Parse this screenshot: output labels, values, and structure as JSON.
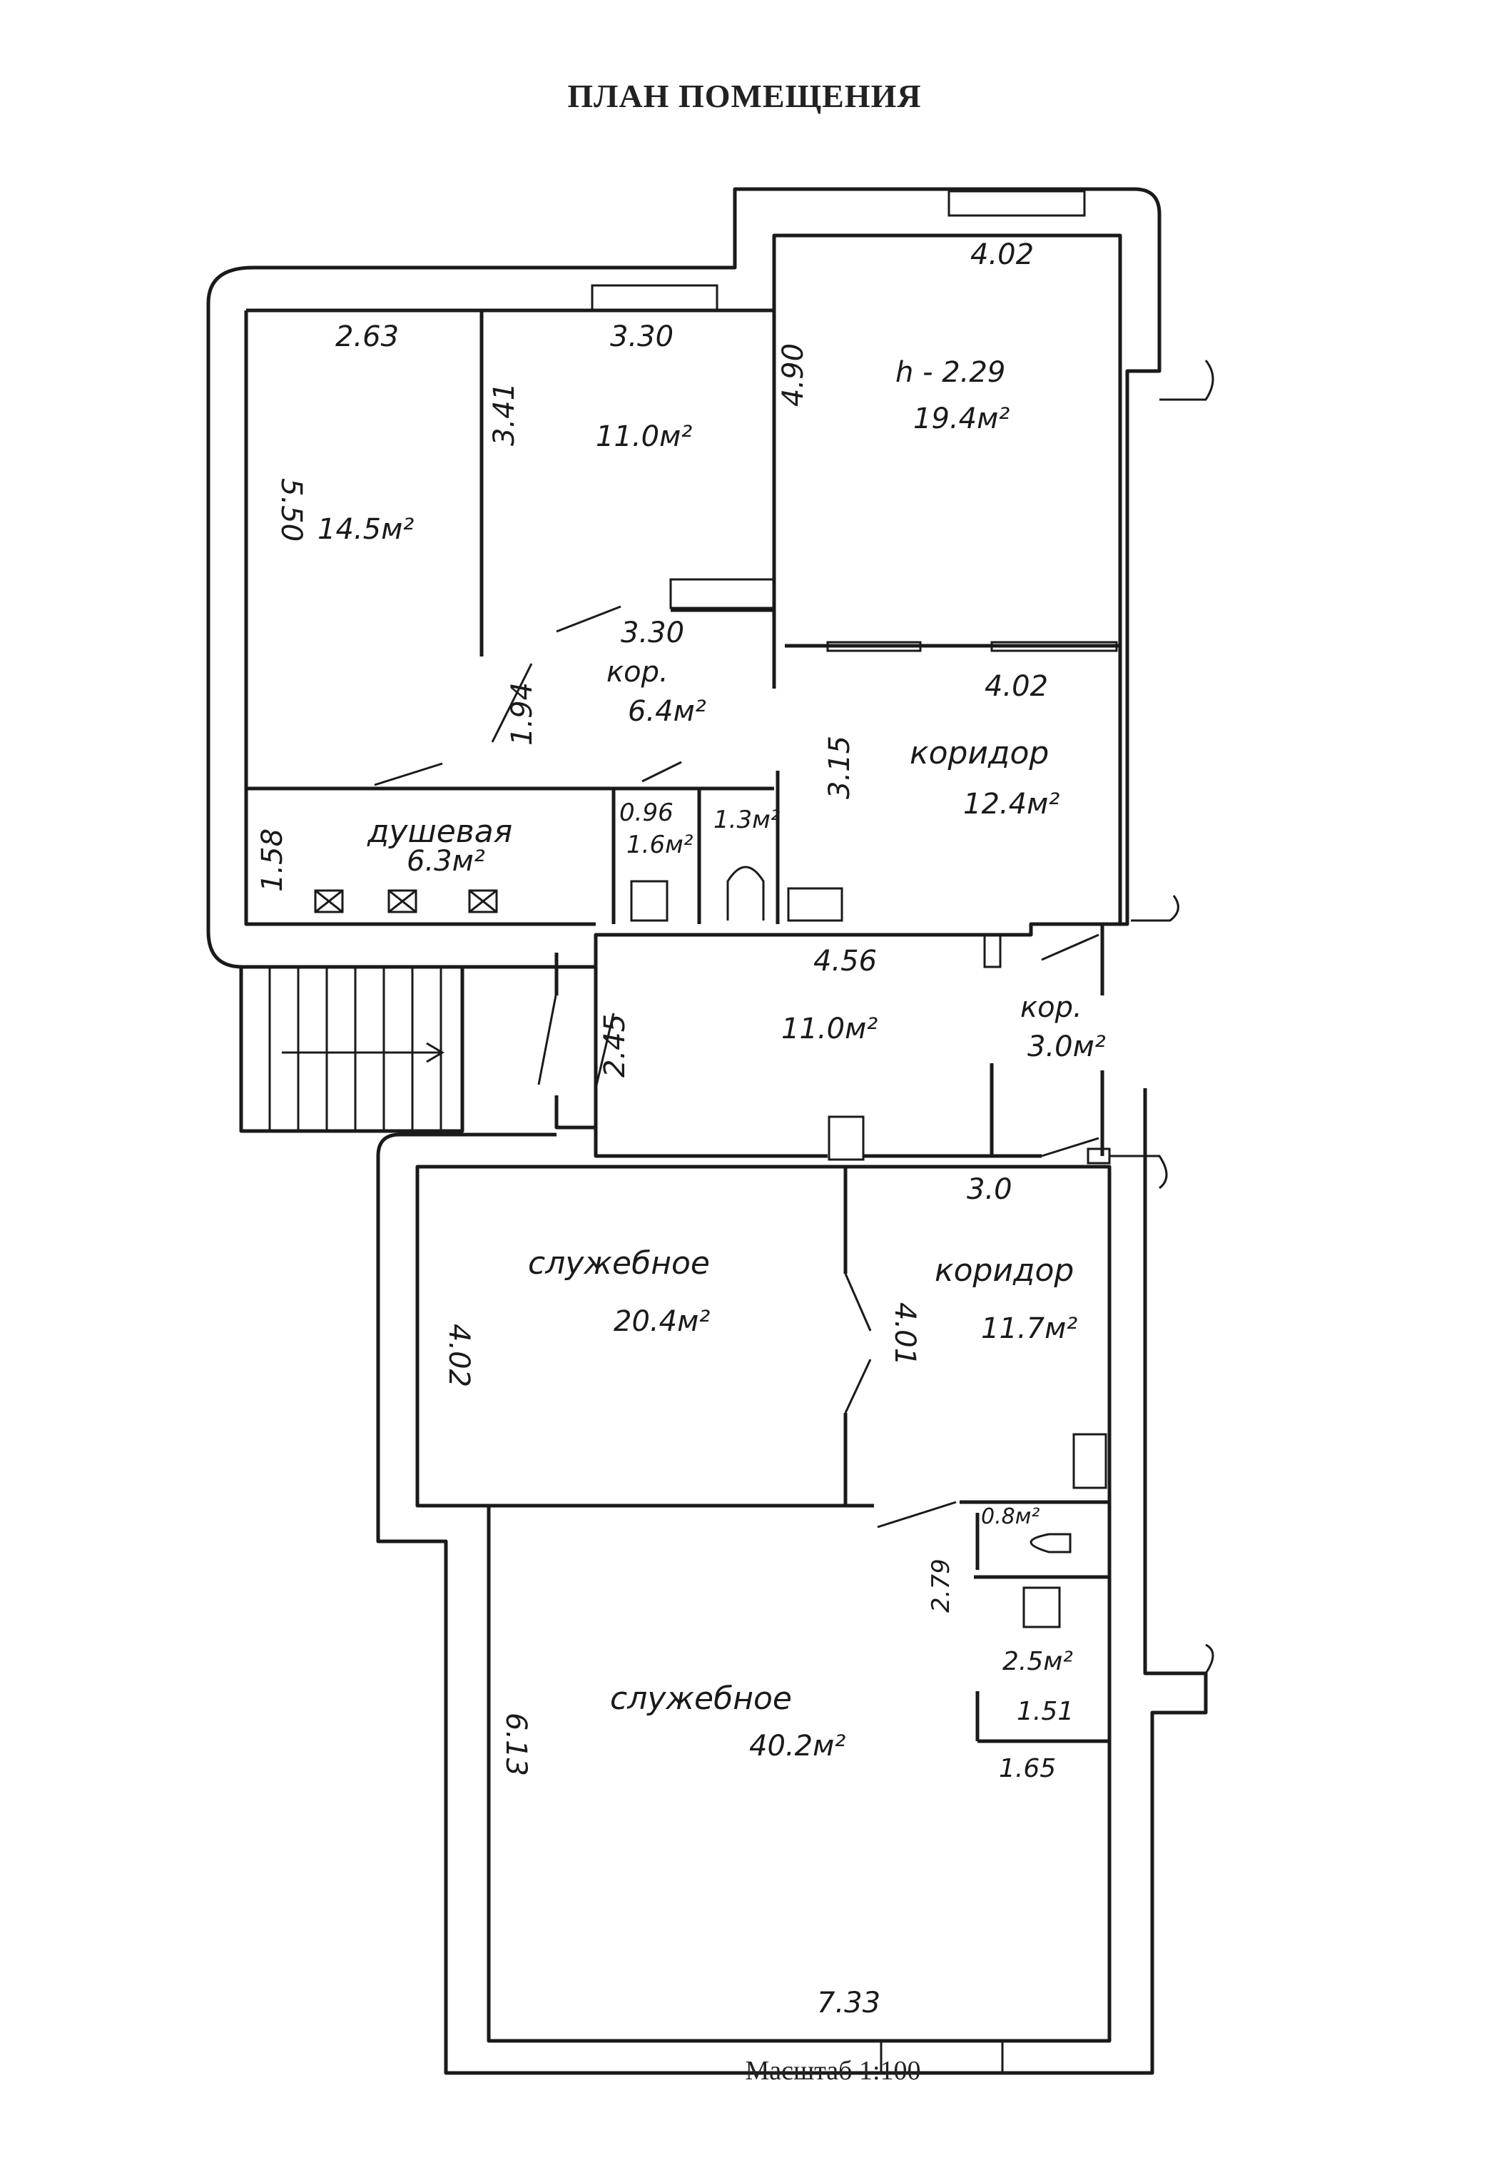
{
  "title": "ПЛАН ПОМЕЩЕНИЯ",
  "scale": "Масштаб 1:100",
  "rooms": [
    {
      "id": "room-145",
      "area": "14.5м²",
      "dims": [
        "2.63",
        "5.50"
      ]
    },
    {
      "id": "room-110-top",
      "area": "11.0м²",
      "dims": [
        "3.30",
        "3.41"
      ]
    },
    {
      "id": "room-194",
      "area": "19.4м²",
      "height": "h - 2.29",
      "dims": [
        "4.02",
        "4.90"
      ]
    },
    {
      "id": "kor-64",
      "name": "кор.",
      "area": "6.4м²",
      "dims": [
        "3.30",
        "1.94"
      ]
    },
    {
      "id": "koridor-124",
      "name": "коридор",
      "area": "12.4м²",
      "dims": [
        "4.02",
        "3.15"
      ]
    },
    {
      "id": "dushevaya",
      "name": "душевая",
      "area": "6.3м²",
      "dims": [
        "1.58"
      ]
    },
    {
      "id": "wc-16",
      "area": "1.6м²",
      "dims": [
        "0.96"
      ]
    },
    {
      "id": "wc-13",
      "area": "1.3м²"
    },
    {
      "id": "hall-110",
      "area": "11.0м²",
      "dims": [
        "4.56",
        "2.45"
      ]
    },
    {
      "id": "kor-30",
      "name": "кор.",
      "area": "3.0м²"
    },
    {
      "id": "sluzhebnoe-204",
      "name": "служебное",
      "area": "20.4м²",
      "dims": [
        "4.02"
      ]
    },
    {
      "id": "koridor-117",
      "name": "коридор",
      "area": "11.7м²",
      "dims": [
        "3.0",
        "4.01"
      ]
    },
    {
      "id": "wc-08",
      "area": "0.8м²"
    },
    {
      "id": "wc-25",
      "area": "2.5м²",
      "dims": [
        "2.79",
        "1.51",
        "1.65"
      ]
    },
    {
      "id": "sluzhebnoe-402",
      "name": "служебное",
      "area": "40.2м²",
      "dims": [
        "6.13",
        "7.33"
      ]
    }
  ]
}
